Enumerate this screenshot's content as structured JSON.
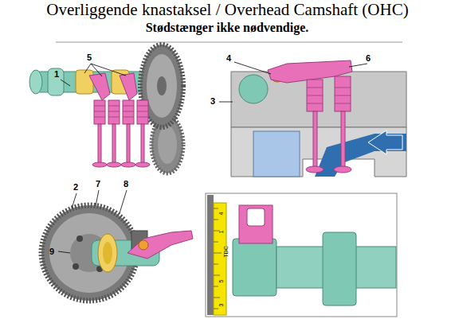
{
  "diagram": {
    "title": "Overliggende knastaksel / Overhead Camshaft (OHC)",
    "labels": [
      "Stødstænger ikke nødvendige.",
      "1",
      "5",
      "4",
      "6",
      "3",
      "2",
      "7",
      "8",
      "9",
      "4",
      "1",
      "TDC",
      "5",
      "3"
    ]
  }
}
